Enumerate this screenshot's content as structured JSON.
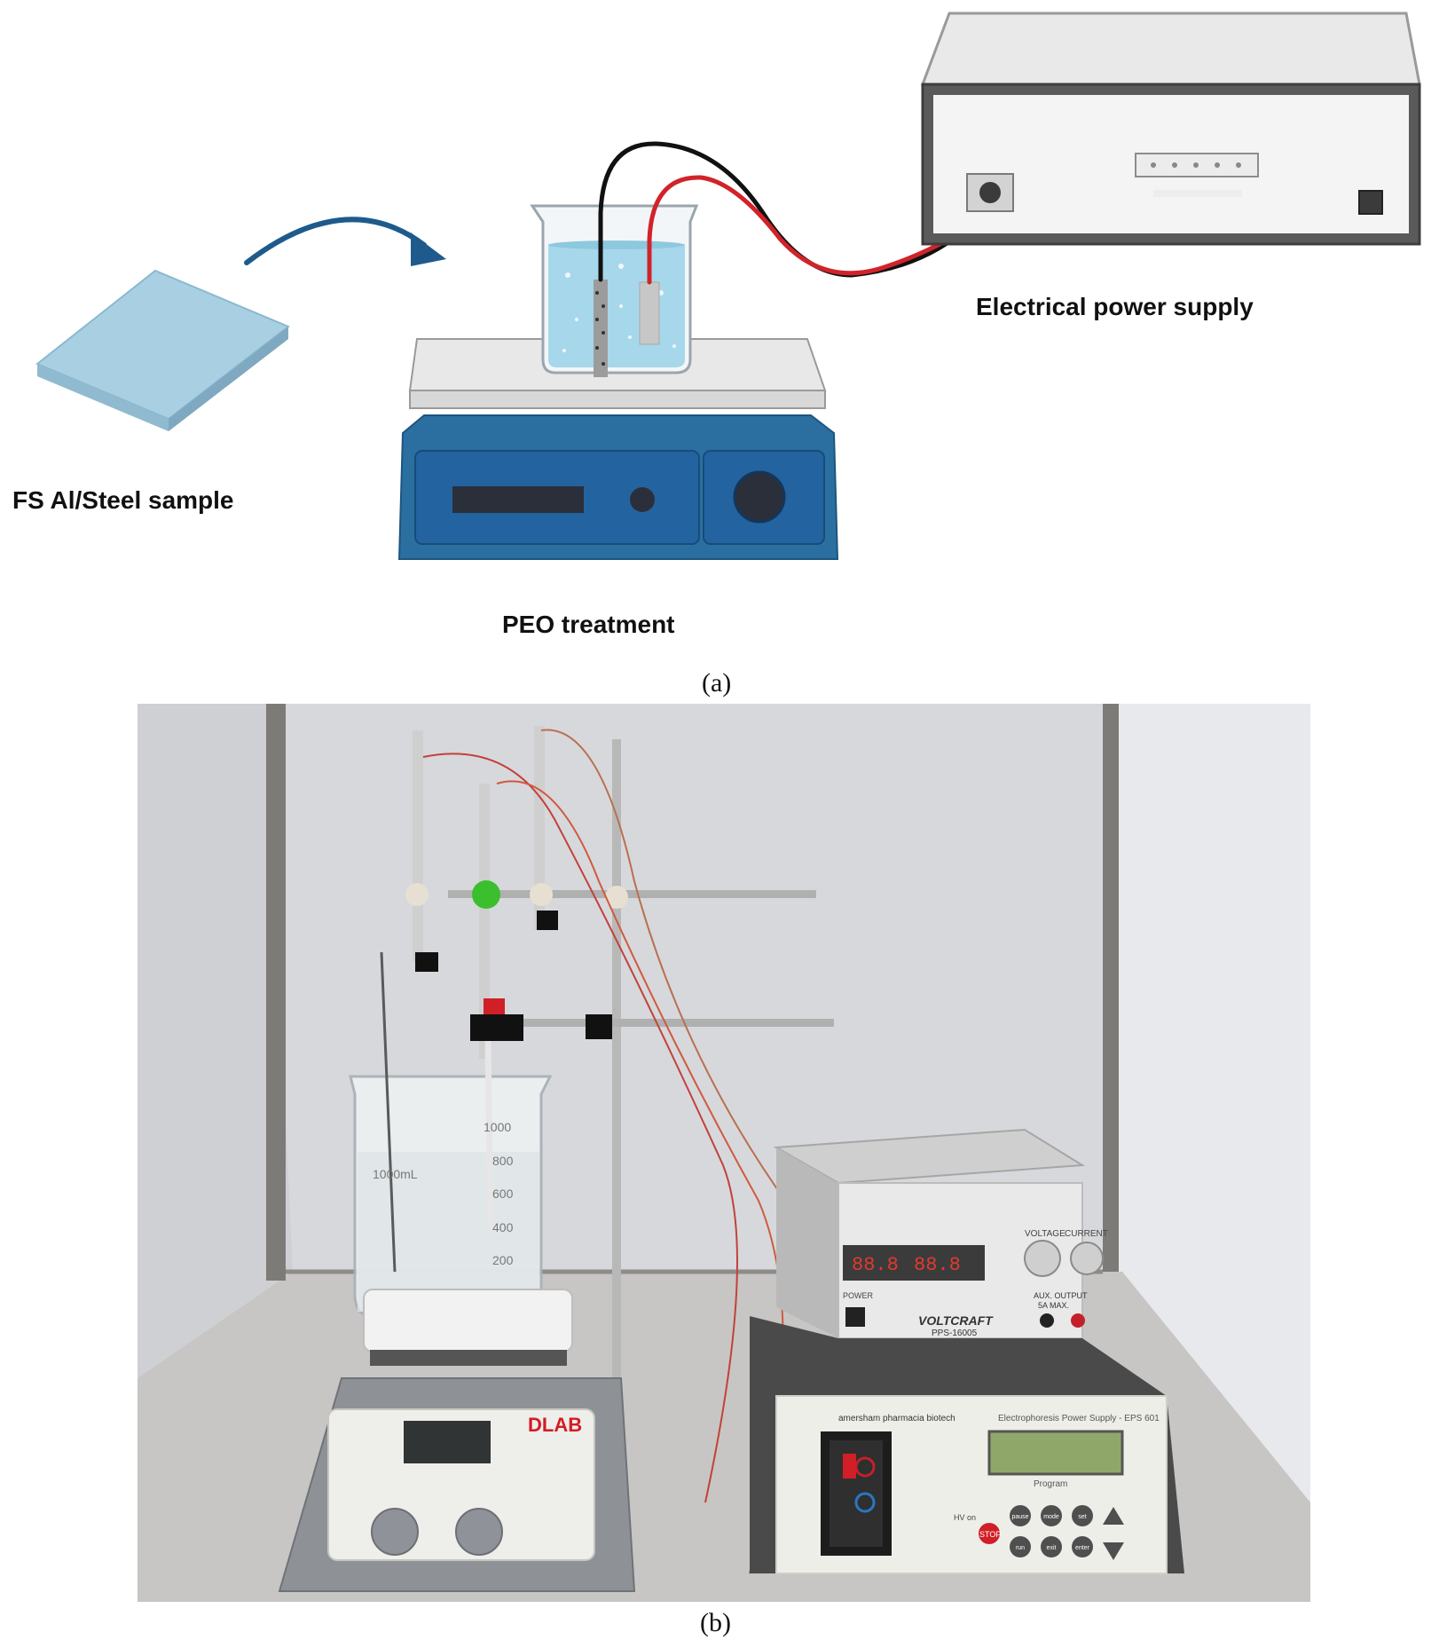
{
  "labels": {
    "sample": "FS Al/Steel sample",
    "peo": "PEO treatment",
    "psu": "Electrical power supply"
  },
  "panels": {
    "a": "(a)",
    "b": "(b)"
  },
  "photo": {
    "psu_brand": "VOLTCRAFT",
    "psu_model": "PPS-16005",
    "voltage_label": "VOLTAGE",
    "current_label": "CURRENT",
    "power_label": "POWER",
    "aux_label": "AUX. OUTPUT",
    "aux_sub": "5A MAX.",
    "display_left": "88.8",
    "display_right": "88.8",
    "eps_brand": "amersham pharmacia biotech",
    "eps_title": "Electrophoresis Power Supply - EPS 601",
    "program_label": "Program",
    "stop_label": "STOP",
    "hv_label": "HV on",
    "keys": [
      "pause",
      "mode",
      "set",
      "run",
      "exit",
      "enter"
    ],
    "hotplate_brand": "DLAB",
    "beaker_marks": [
      "1000",
      "800",
      "600",
      "400",
      "200"
    ],
    "beaker_text": "1000mL"
  },
  "colors": {
    "water": "#a7d7ea",
    "hotplate_blue": "#2a6fa0",
    "psu_body": "#e9e9e9",
    "wire_red": "#d1232a",
    "wire_black": "#111111"
  }
}
